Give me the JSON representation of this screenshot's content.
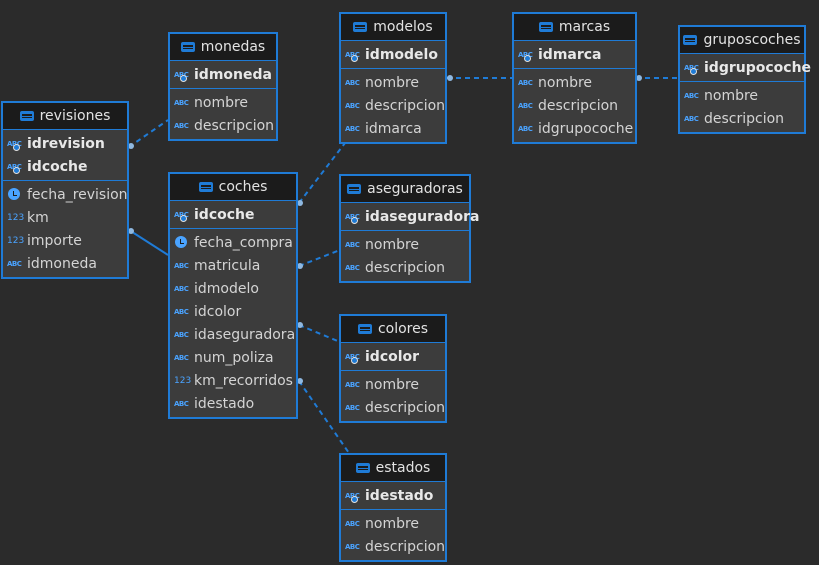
{
  "entities": [
    {
      "id": "monedas",
      "title": "monedas",
      "keys": [
        {
          "name": "idmoneda",
          "type": "abc-key"
        }
      ],
      "cols": [
        {
          "name": "nombre",
          "type": "abc"
        },
        {
          "name": "descripcion",
          "type": "abc"
        }
      ]
    },
    {
      "id": "revisiones",
      "title": "revisiones",
      "keys": [
        {
          "name": "idrevision",
          "type": "abc-key"
        },
        {
          "name": "idcoche",
          "type": "abc-key"
        }
      ],
      "cols": [
        {
          "name": "fecha_revision",
          "type": "clock"
        },
        {
          "name": "km",
          "type": "num"
        },
        {
          "name": "importe",
          "type": "num"
        },
        {
          "name": "idmoneda",
          "type": "abc"
        }
      ]
    },
    {
      "id": "coches",
      "title": "coches",
      "keys": [
        {
          "name": "idcoche",
          "type": "abc-key"
        }
      ],
      "cols": [
        {
          "name": "fecha_compra",
          "type": "clock"
        },
        {
          "name": "matricula",
          "type": "abc"
        },
        {
          "name": "idmodelo",
          "type": "abc"
        },
        {
          "name": "idcolor",
          "type": "abc"
        },
        {
          "name": "idaseguradora",
          "type": "abc"
        },
        {
          "name": "num_poliza",
          "type": "abc"
        },
        {
          "name": "km_recorridos",
          "type": "num"
        },
        {
          "name": "idestado",
          "type": "abc"
        }
      ]
    },
    {
      "id": "modelos",
      "title": "modelos",
      "keys": [
        {
          "name": "idmodelo",
          "type": "abc-key"
        }
      ],
      "cols": [
        {
          "name": "nombre",
          "type": "abc"
        },
        {
          "name": "descripcion",
          "type": "abc"
        },
        {
          "name": "idmarca",
          "type": "abc"
        }
      ]
    },
    {
      "id": "marcas",
      "title": "marcas",
      "keys": [
        {
          "name": "idmarca",
          "type": "abc-key"
        }
      ],
      "cols": [
        {
          "name": "nombre",
          "type": "abc"
        },
        {
          "name": "descripcion",
          "type": "abc"
        },
        {
          "name": "idgrupocoche",
          "type": "abc"
        }
      ]
    },
    {
      "id": "gruposcoches",
      "title": "gruposcoches",
      "keys": [
        {
          "name": "idgrupocoche",
          "type": "abc-key"
        }
      ],
      "cols": [
        {
          "name": "nombre",
          "type": "abc"
        },
        {
          "name": "descripcion",
          "type": "abc"
        }
      ]
    },
    {
      "id": "aseguradoras",
      "title": "aseguradoras",
      "keys": [
        {
          "name": "idaseguradora",
          "type": "abc-key"
        }
      ],
      "cols": [
        {
          "name": "nombre",
          "type": "abc"
        },
        {
          "name": "descripcion",
          "type": "abc"
        }
      ]
    },
    {
      "id": "colores",
      "title": "colores",
      "keys": [
        {
          "name": "idcolor",
          "type": "abc-key"
        }
      ],
      "cols": [
        {
          "name": "nombre",
          "type": "abc"
        },
        {
          "name": "descripcion",
          "type": "abc"
        }
      ]
    },
    {
      "id": "estados",
      "title": "estados",
      "keys": [
        {
          "name": "idestado",
          "type": "abc-key"
        }
      ],
      "cols": [
        {
          "name": "nombre",
          "type": "abc"
        },
        {
          "name": "descripcion",
          "type": "abc"
        }
      ]
    }
  ],
  "relations": [
    {
      "from": "revisiones",
      "to": "monedas",
      "style": "dashed"
    },
    {
      "from": "revisiones",
      "to": "coches",
      "style": "solid"
    },
    {
      "from": "coches",
      "to": "modelos",
      "style": "dashed"
    },
    {
      "from": "coches",
      "to": "aseguradoras",
      "style": "dashed"
    },
    {
      "from": "coches",
      "to": "colores",
      "style": "dashed"
    },
    {
      "from": "coches",
      "to": "estados",
      "style": "dashed"
    },
    {
      "from": "modelos",
      "to": "marcas",
      "style": "dashed"
    },
    {
      "from": "marcas",
      "to": "gruposcoches",
      "style": "dashed"
    }
  ],
  "colors": {
    "accent": "#1f7bd6",
    "background": "#2b2b2b",
    "box": "#3c3c3c",
    "header": "#1b1b1b",
    "text": "#d4d4d4"
  }
}
